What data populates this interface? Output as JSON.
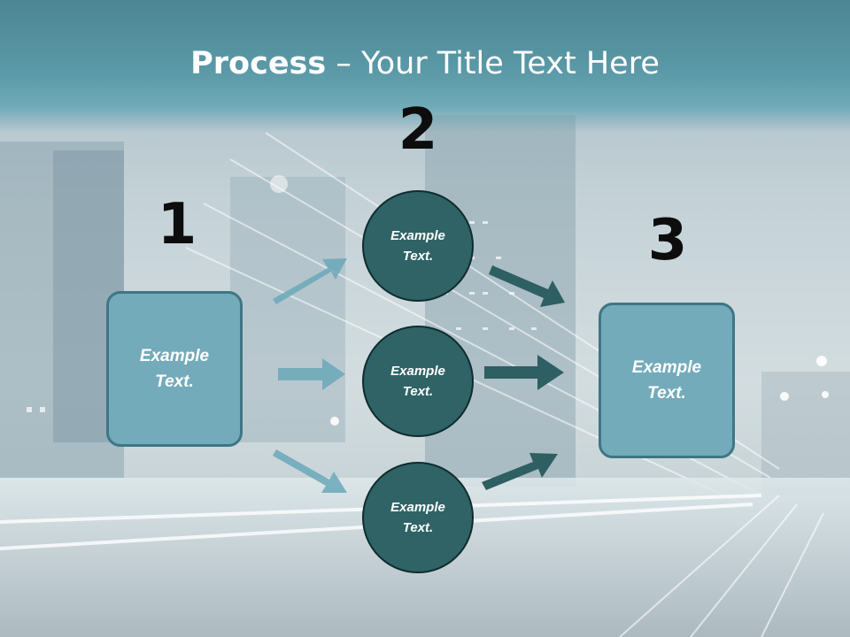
{
  "title": {
    "bold": "Process",
    "rest": " – Your Title Text Here"
  },
  "steps": {
    "one": "1",
    "two": "2",
    "three": "3"
  },
  "left_box": {
    "line1": "Example",
    "line2": "Text."
  },
  "right_box": {
    "line1": "Example",
    "line2": "Text."
  },
  "circles": [
    {
      "line1": "Example",
      "line2": "Text."
    },
    {
      "line1": "Example",
      "line2": "Text."
    },
    {
      "line1": "Example",
      "line2": "Text."
    }
  ],
  "colors": {
    "title_bar": "#5b9aa8",
    "box_fill": "#74abba",
    "circle_fill": "#2f6366",
    "light_arrow": "#6aa8b8",
    "dark_arrow": "#2e5f62"
  }
}
